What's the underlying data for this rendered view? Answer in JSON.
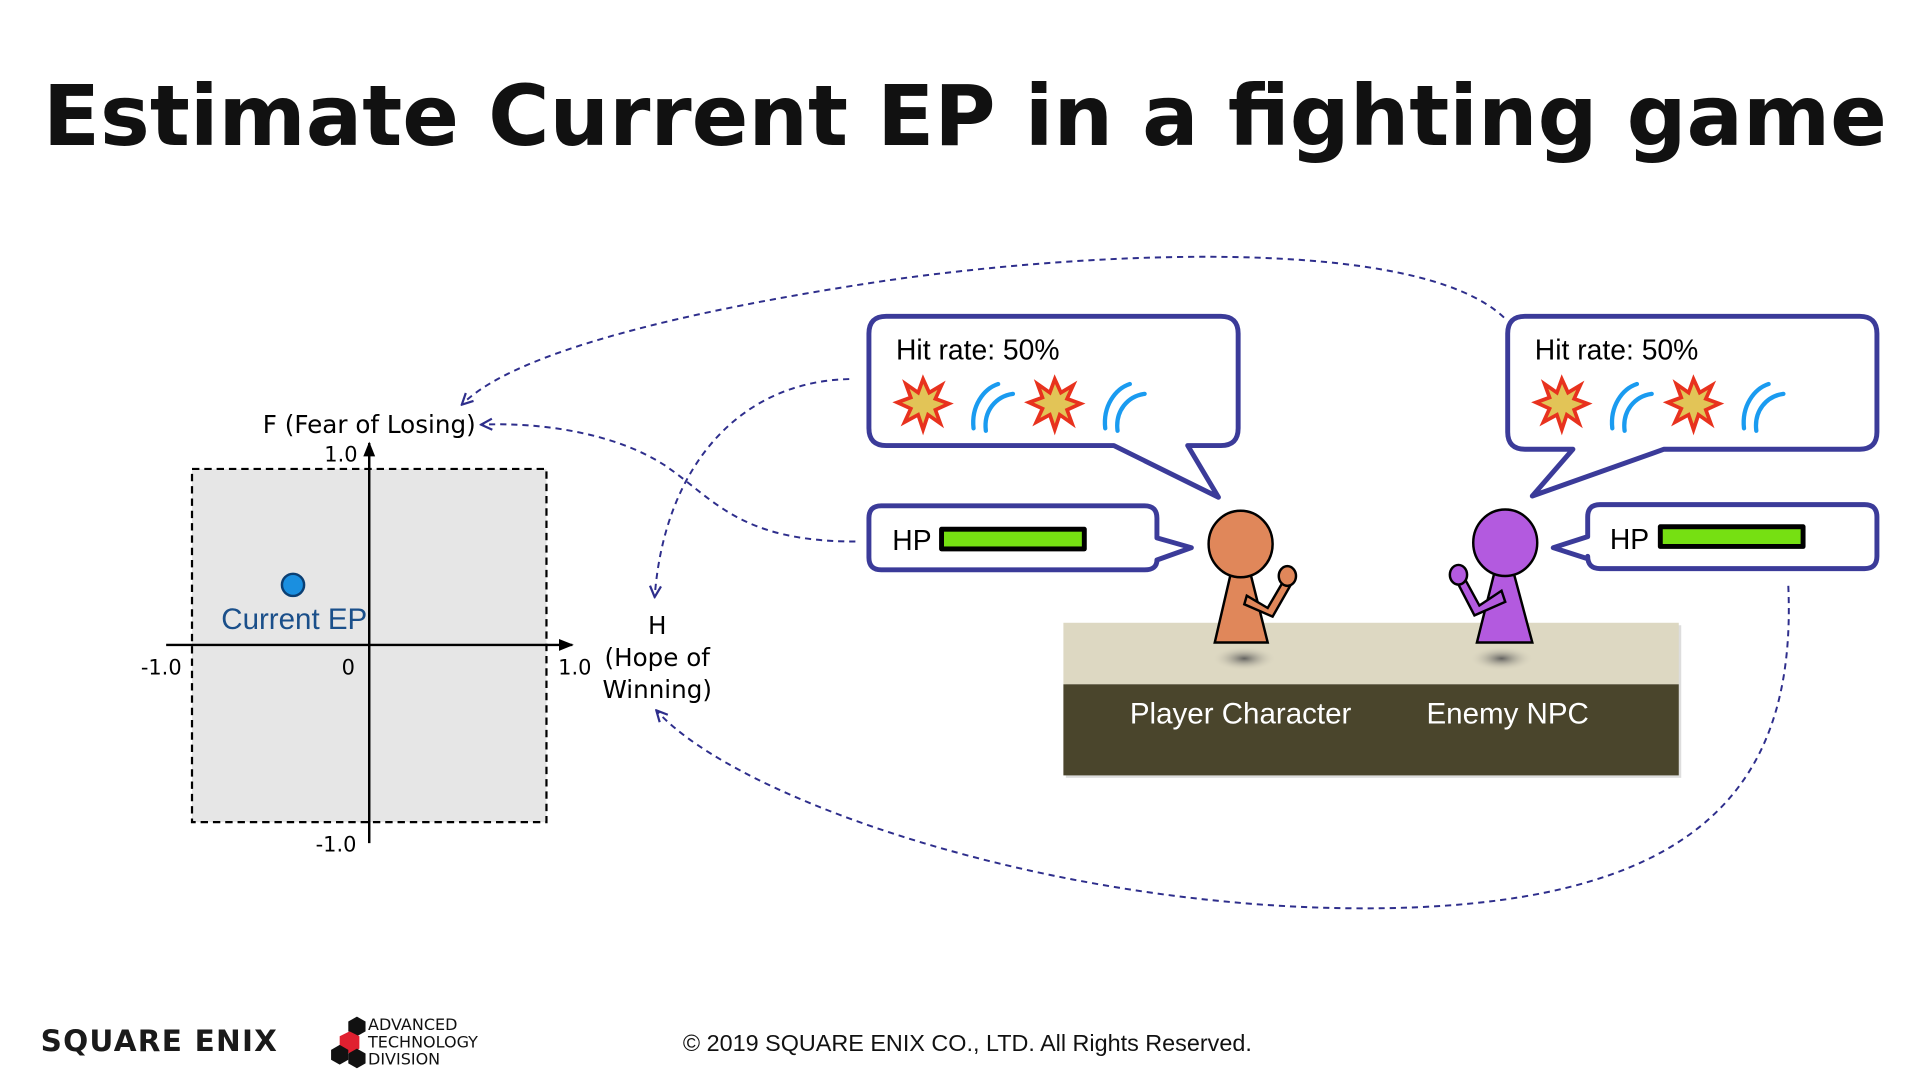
{
  "title": "Estimate Current EP in a fighting game",
  "graph": {
    "y_axis_label": "F (Fear of Losing)",
    "x_axis_label_line1": "H",
    "x_axis_label_line2": "(Hope of",
    "x_axis_label_line3": "Winning)",
    "y_max": "1.0",
    "y_min": "-1.0",
    "x_min": "-1.0",
    "x_max": "1.0",
    "origin": "0",
    "point_label": "Current EP",
    "point_h": -0.43,
    "point_f": 0.34
  },
  "player_bubble": {
    "hit_rate": "Hit rate: 50%",
    "hp_label": "HP",
    "hp_fraction": 1.0
  },
  "enemy_bubble": {
    "hit_rate": "Hit rate: 50%",
    "hp_label": "HP",
    "hp_fraction": 1.0
  },
  "stage": {
    "player_label": "Player Character",
    "enemy_label": "Enemy NPC"
  },
  "footer": {
    "logo_square_enix": "SQUARE ENIX",
    "logo_atd_line1": "ADVANCED",
    "logo_atd_line2": "TECHNOLOGY",
    "logo_atd_line3": "DIVISION",
    "copyright": "© 2019 SQUARE ENIX CO., LTD. All Rights Reserved."
  },
  "colors": {
    "bubble_stroke": "#3b3b99",
    "arrow": "#2e2e8c",
    "player": "#e0875a",
    "enemy": "#b35adf",
    "hp_fill": "#76e012",
    "point": "#1a8fe0",
    "stage_top": "#ddd8c2",
    "stage_bottom": "#4a452c"
  }
}
